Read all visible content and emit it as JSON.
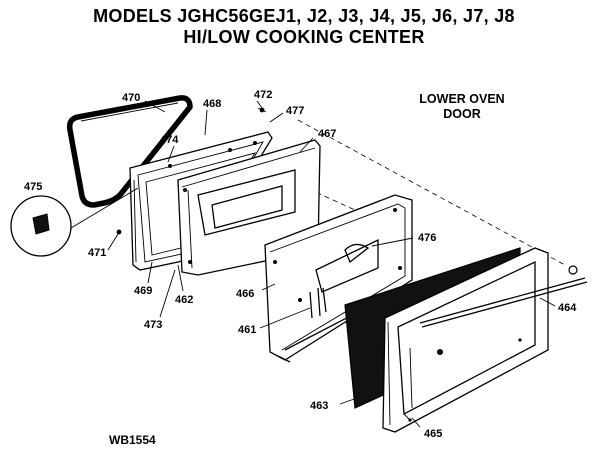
{
  "header": {
    "title_line1": "MODELS JGHC56GEJ1, J2, J3, J4, J5, J6, J7, J8",
    "title_line2": "HI/LOW COOKING CENTER"
  },
  "section": {
    "line1": "LOWER OVEN",
    "line2": "DOOR"
  },
  "drawing_code": "WB1554",
  "callouts": {
    "p470": "470",
    "p468": "468",
    "p472": "472",
    "p477": "477",
    "p474": "474",
    "p467": "467",
    "p475": "475",
    "p471": "471",
    "p476": "476",
    "p469": "469",
    "p462": "462",
    "p466": "466",
    "p473": "473",
    "p461": "461",
    "p464": "464",
    "p463": "463",
    "p465": "465"
  }
}
